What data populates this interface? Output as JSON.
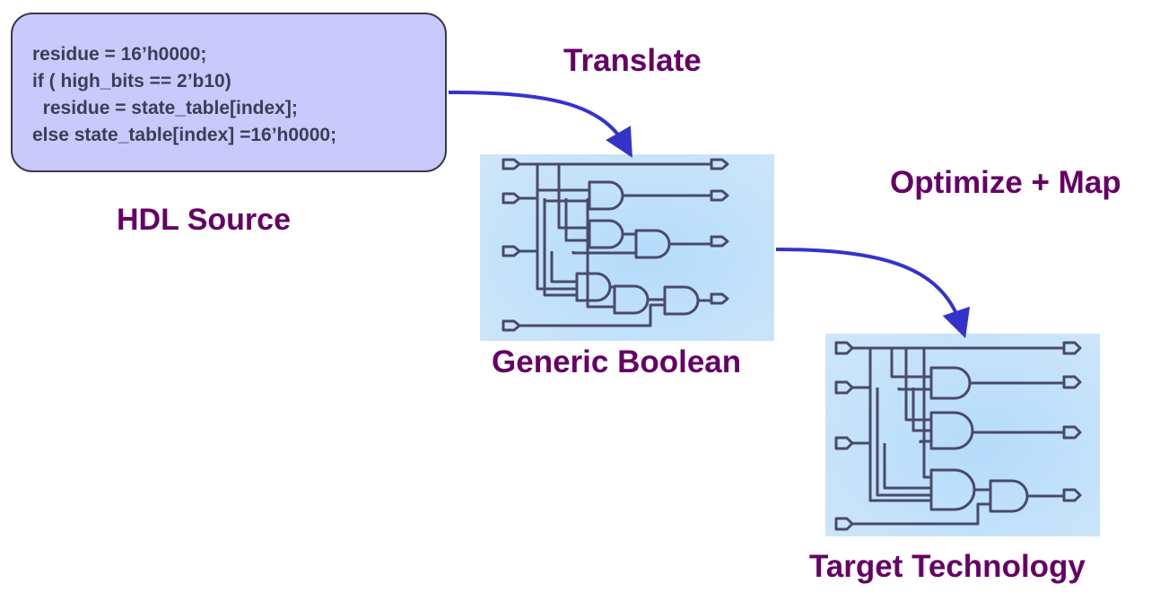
{
  "hdl_source": {
    "code_lines": [
      "residue = 16’h0000;",
      "if ( high_bits == 2’b10)",
      "  residue = state_table[index];",
      "else state_table[index] =16’h0000;"
    ],
    "label": "HDL Source"
  },
  "steps": {
    "translate_label": "Translate",
    "optimize_label": "Optimize + Map"
  },
  "generic_boolean": {
    "label": "Generic Boolean"
  },
  "target_technology": {
    "label": "Target Technology"
  },
  "colors": {
    "label_text": "#660066",
    "arrow": "#3333cc",
    "code_box_fill": "#c9c9fb",
    "circuit_line": "#4a4a6a"
  }
}
